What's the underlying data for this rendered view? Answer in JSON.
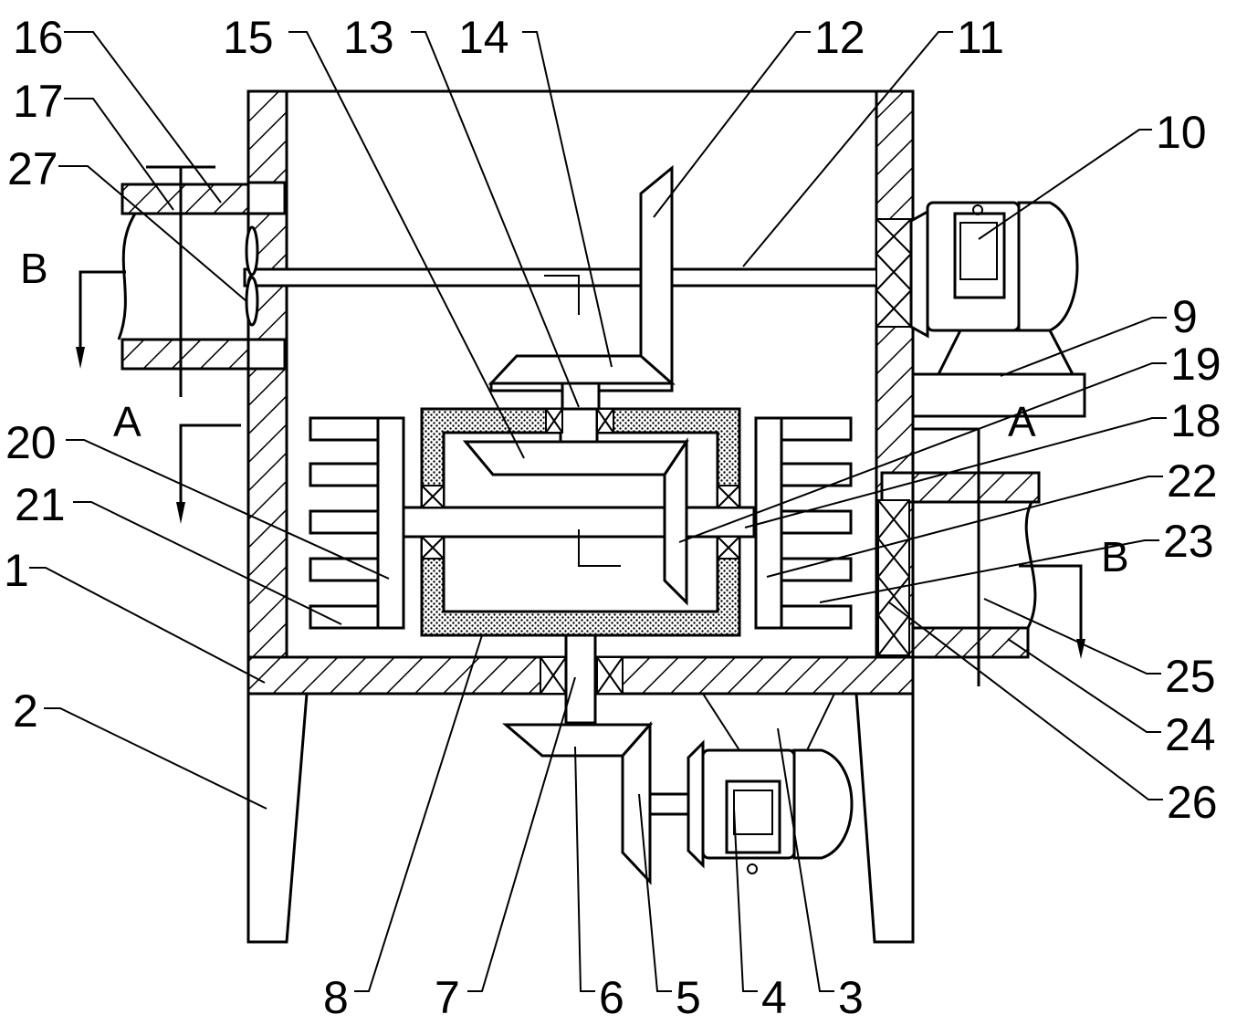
{
  "labels": {
    "l1": "1",
    "l2": "2",
    "l3": "3",
    "l4": "4",
    "l5": "5",
    "l6": "6",
    "l7": "7",
    "l8": "8",
    "l9": "9",
    "l10": "10",
    "l11": "11",
    "l12": "12",
    "l13": "13",
    "l14": "14",
    "l15": "15",
    "l16": "16",
    "l17": "17",
    "l18": "18",
    "l19": "19",
    "l20": "20",
    "l21": "21",
    "l22": "22",
    "l23": "23",
    "l24": "24",
    "l25": "25",
    "l26": "26",
    "l27": "27"
  },
  "section_marks": {
    "a_left": "A",
    "a_right": "A",
    "b_left": "B",
    "b_right": "B"
  }
}
